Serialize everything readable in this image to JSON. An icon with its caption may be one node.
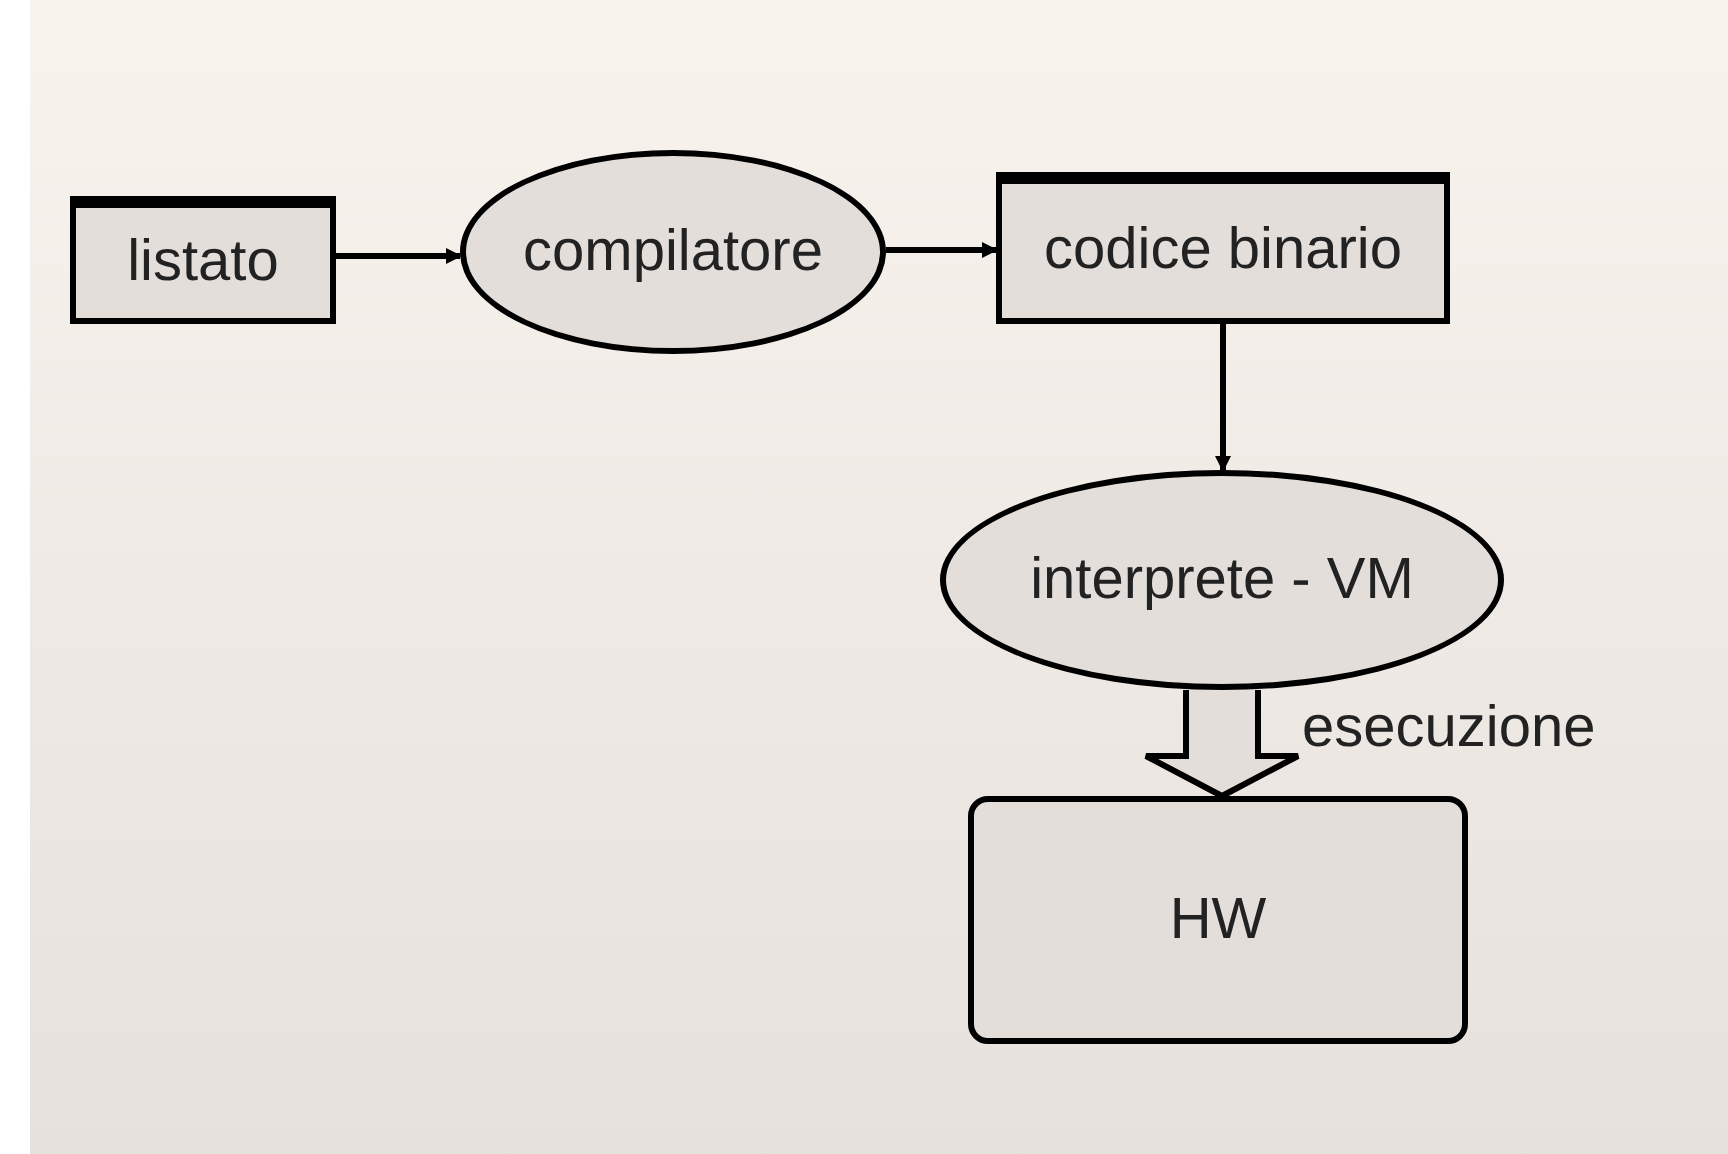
{
  "diagram": {
    "nodes": [
      {
        "text": [
          "listato"
        ]
      },
      {
        "text": [
          "compilatore"
        ]
      },
      {
        "text": [
          "codice binario"
        ]
      },
      {
        "text": [
          "interprete - VM"
        ]
      },
      {
        "text": [
          "HW"
        ]
      }
    ],
    "edges": [
      {
        "from": 0,
        "to": 1,
        "arrow": "to"
      },
      {
        "from": 1,
        "to": 2,
        "arrow": "to"
      },
      {
        "from": 2,
        "to": 3,
        "arrow": "to"
      },
      {
        "from": 3,
        "to": 4,
        "arrow": "to",
        "label": "esecuzione",
        "style": "thick"
      }
    ]
  }
}
